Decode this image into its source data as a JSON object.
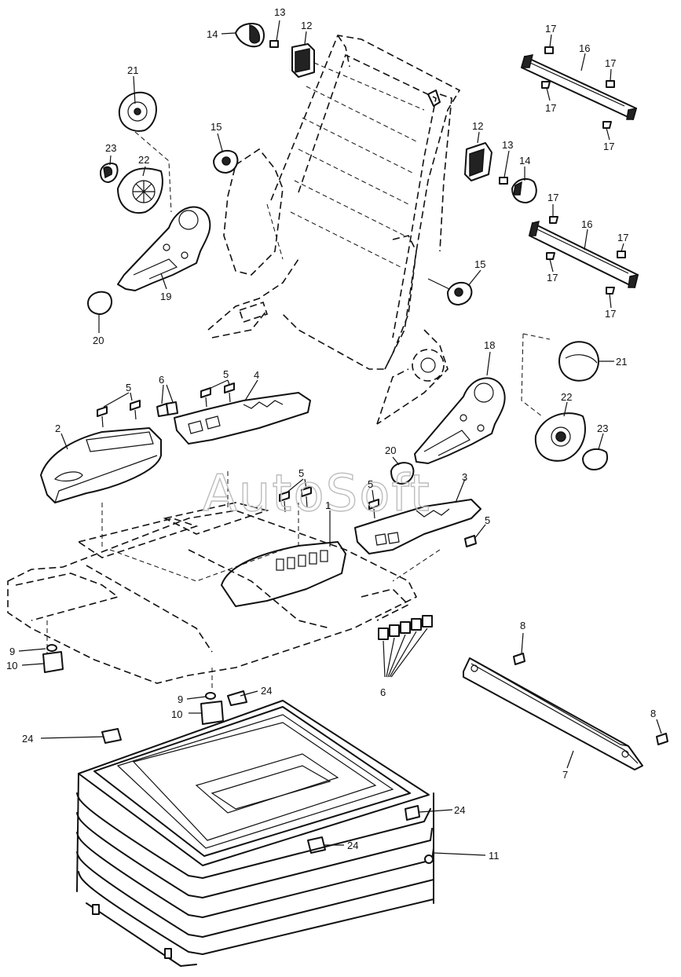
{
  "watermark": "AutoSoft",
  "callouts": {
    "c1": "1",
    "c2": "2",
    "c3": "3",
    "c4": "4",
    "c5a": "5",
    "c5b": "5",
    "c5c": "5",
    "c5d": "5",
    "c5e": "5",
    "c6a": "6",
    "c6b": "6",
    "c7": "7",
    "c8a": "8",
    "c8b": "8",
    "c9a": "9",
    "c9b": "9",
    "c10a": "10",
    "c10b": "10",
    "c11": "11",
    "c12a": "12",
    "c12b": "12",
    "c13a": "13",
    "c13b": "13",
    "c14a": "14",
    "c14b": "14",
    "c15a": "15",
    "c15b": "15",
    "c16a": "16",
    "c16b": "16",
    "c17a": "17",
    "c17b": "17",
    "c17c": "17",
    "c17d": "17",
    "c17e": "17",
    "c17f": "17",
    "c17g": "17",
    "c17h": "17",
    "c18": "18",
    "c19": "19",
    "c20a": "20",
    "c20b": "20",
    "c21a": "21",
    "c21b": "21",
    "c22a": "22",
    "c22b": "22",
    "c23a": "23",
    "c23b": "23",
    "c24a": "24",
    "c24b": "24",
    "c24c": "24",
    "c24d": "24"
  }
}
